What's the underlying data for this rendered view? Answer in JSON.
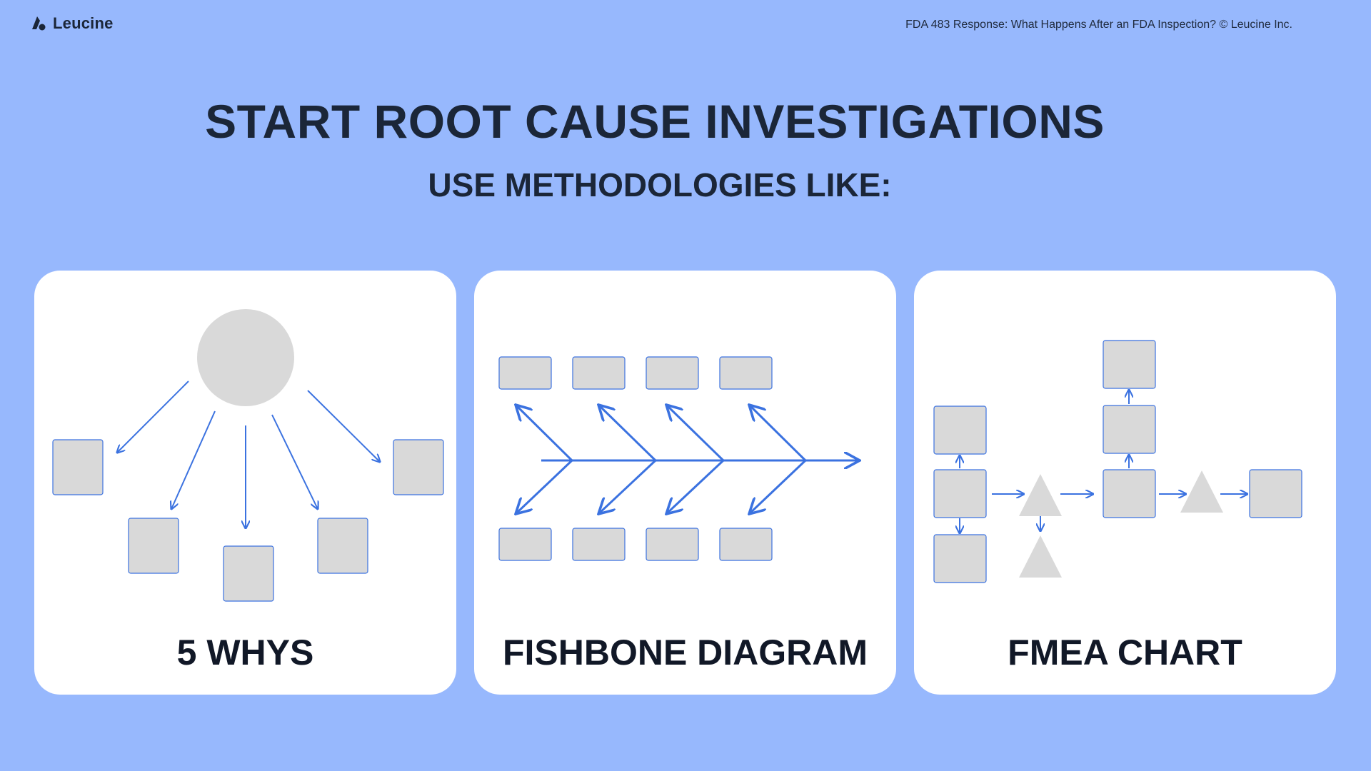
{
  "brand": {
    "name": "Leucine",
    "logo_icon": "leucine-logo-icon"
  },
  "header": {
    "caption": "FDA 483 Response: What Happens After an FDA Inspection?  © Leucine Inc."
  },
  "title": "START ROOT CAUSE INVESTIGATIONS",
  "subtitle": "USE METHODOLOGIES LIKE:",
  "colors": {
    "background": "#97b8fd",
    "card": "#ffffff",
    "accent": "#3b72e0",
    "shape_fill": "#d9d9d9",
    "text": "#1b2638"
  },
  "cards": [
    {
      "label": "5 WHYS",
      "diagram": "five-whys-diagram"
    },
    {
      "label": "FISHBONE DIAGRAM",
      "diagram": "fishbone-diagram"
    },
    {
      "label": "FMEA CHART",
      "diagram": "fmea-chart-diagram"
    }
  ]
}
